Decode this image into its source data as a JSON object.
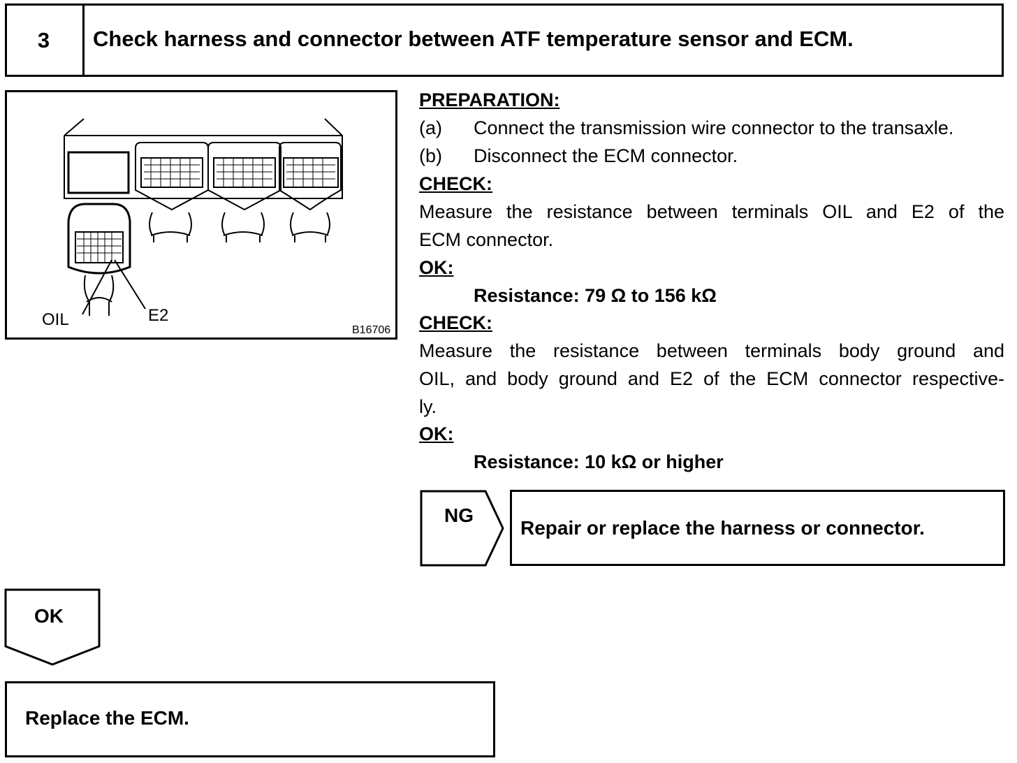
{
  "step": {
    "number": "3",
    "title": "Check harness and connector between ATF temperature sensor and ECM."
  },
  "figure": {
    "label_oil": "OIL",
    "label_e2": "E2",
    "code": "B16706"
  },
  "instructions": {
    "preparation_heading": "PREPARATION:",
    "prep_a_marker": "(a)",
    "prep_a_text": "Connect the transmission wire connector to the transaxle.",
    "prep_b_marker": "(b)",
    "prep_b_text": "Disconnect the ECM connector.",
    "check1_heading": "CHECK:",
    "check1_line1": "Measure the resistance between terminals OIL and E2 of the",
    "check1_line2": "ECM connector.",
    "ok1_heading": "OK:",
    "ok1_value": "Resistance: 79 Ω to 156 kΩ",
    "check2_heading": "CHECK:",
    "check2_line1": "Measure the resistance between terminals body ground and",
    "check2_line2": "OIL, and body ground and E2 of the ECM connector respective-",
    "check2_line3": "ly.",
    "ok2_heading": "OK:",
    "ok2_value": "Resistance: 10 kΩ or higher"
  },
  "ng": {
    "label": "NG",
    "action": "Repair or replace the harness or connector."
  },
  "ok": {
    "label": "OK",
    "action": "Replace the ECM."
  }
}
